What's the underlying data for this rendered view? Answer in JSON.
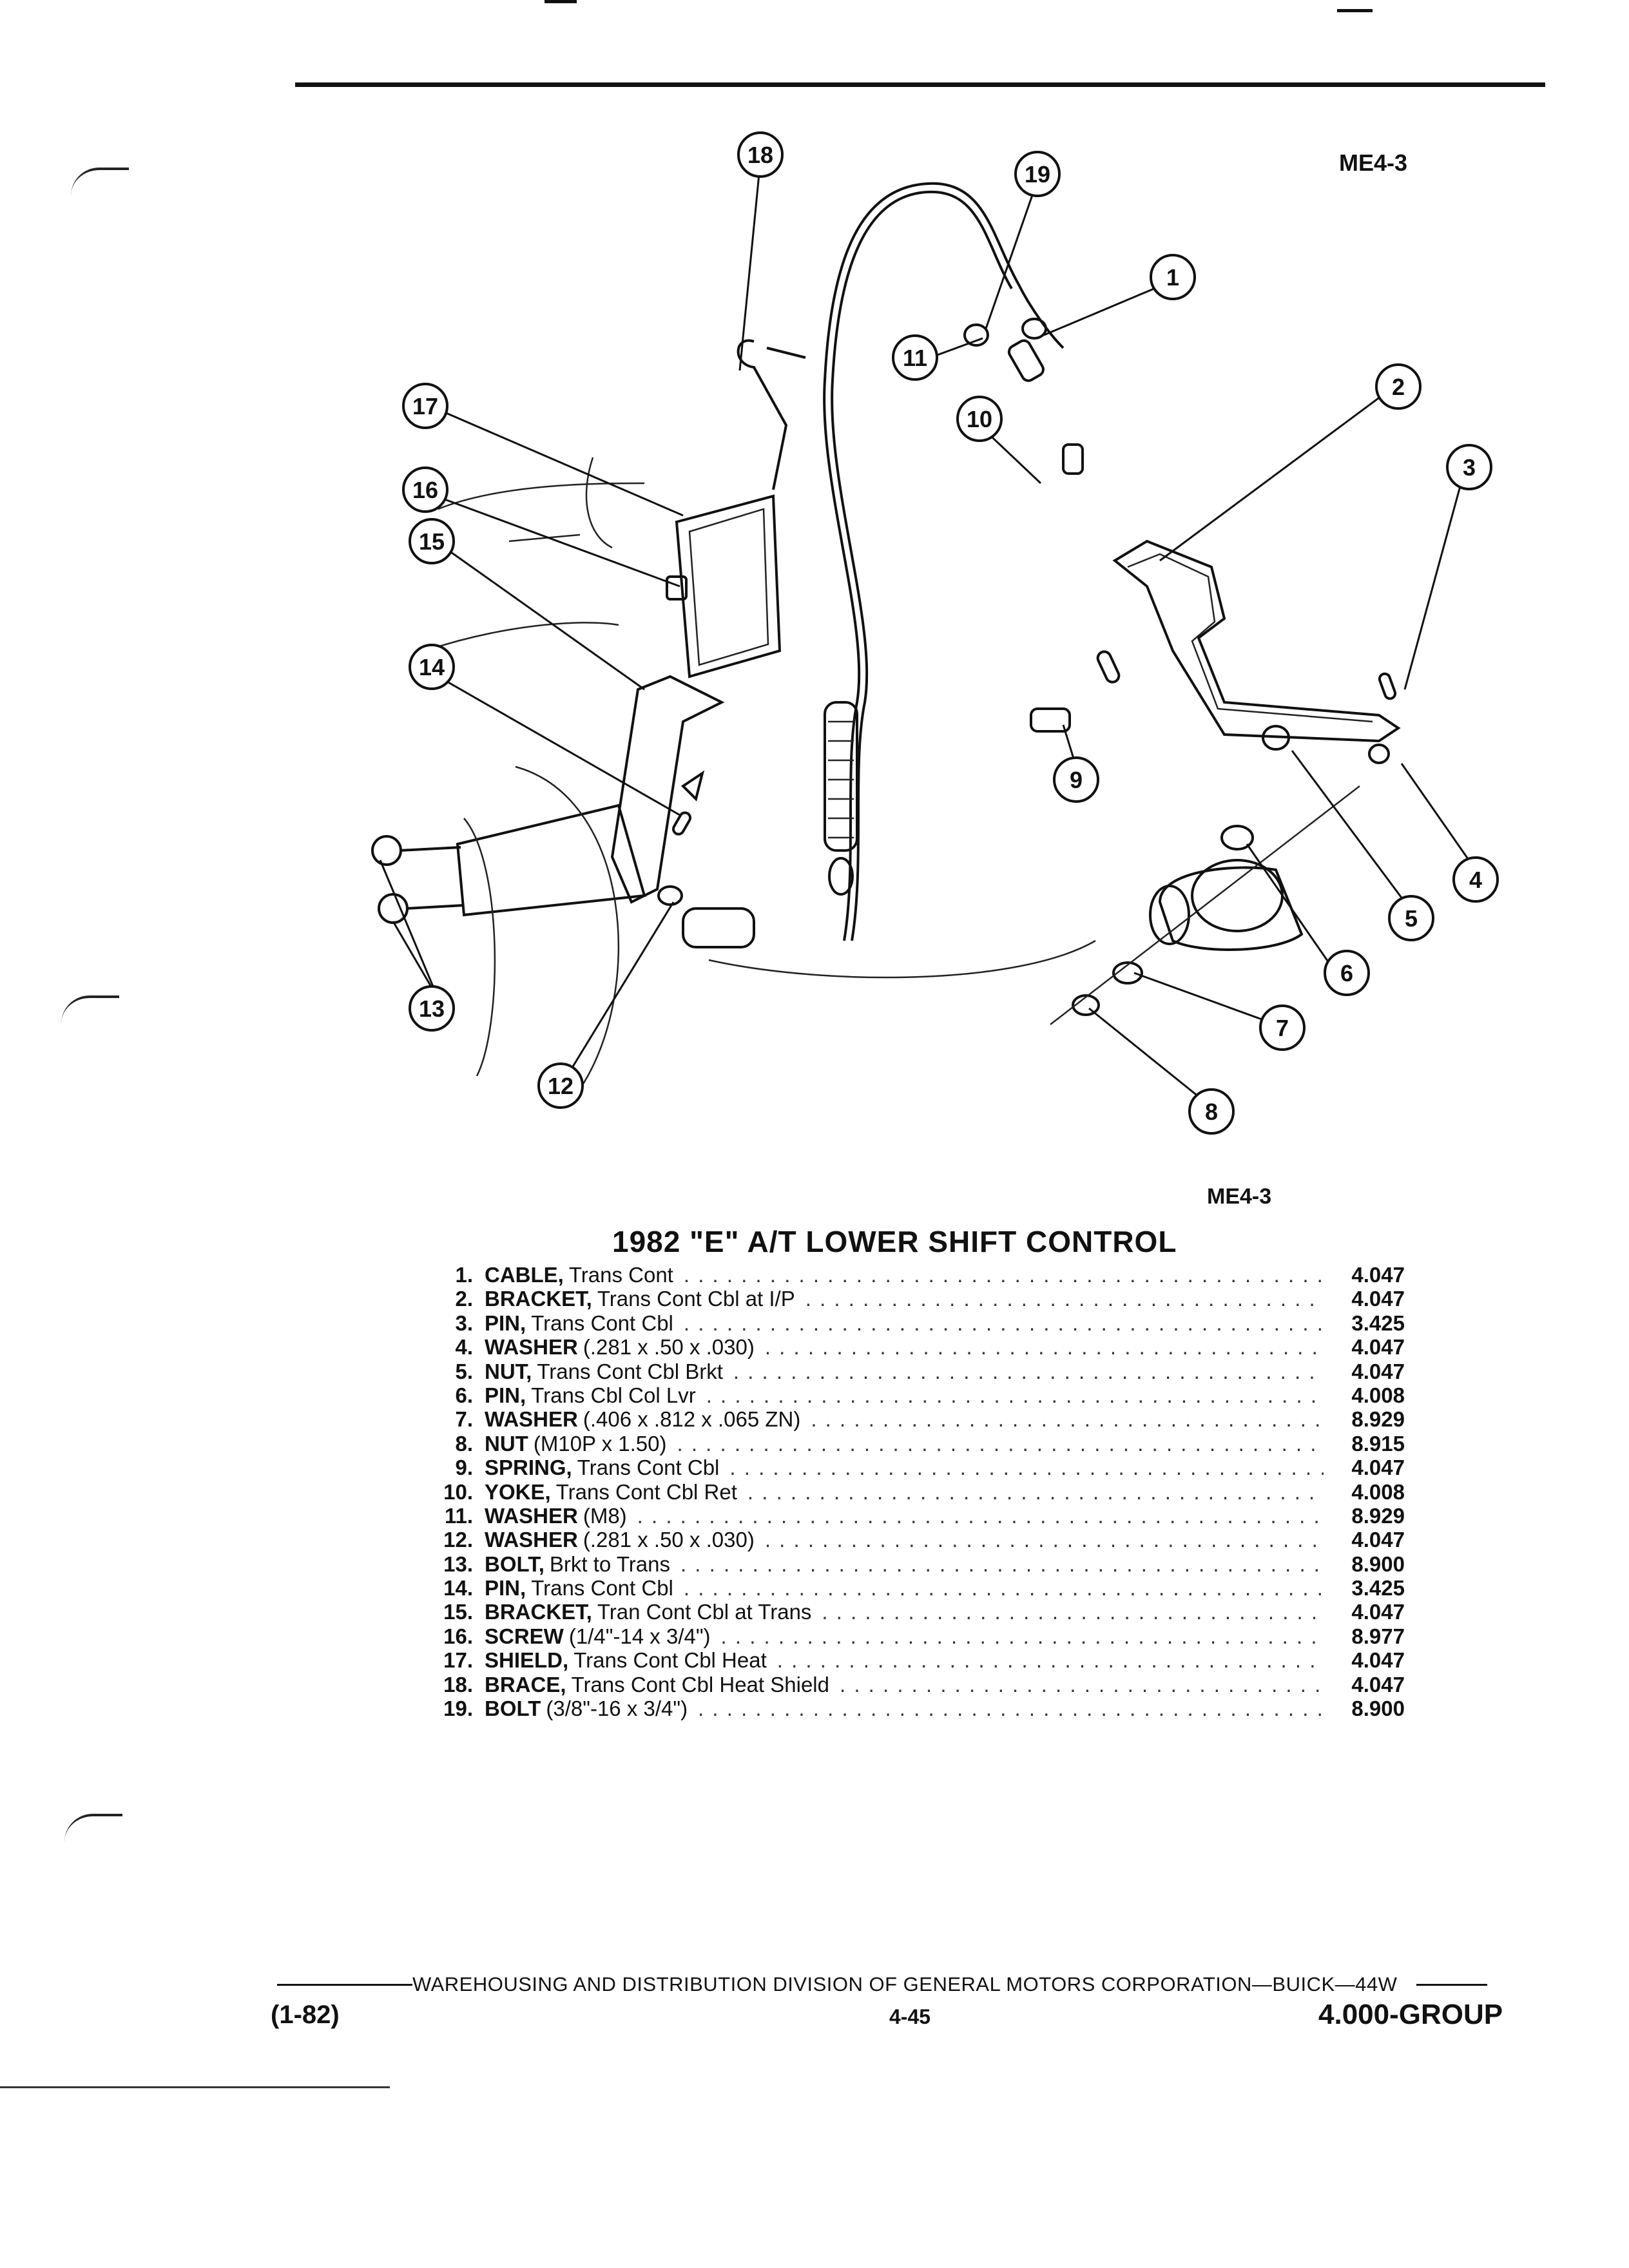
{
  "figure_code_top": "ME4-3",
  "figure_code_bottom": "ME4-3",
  "title": "1982 \"E\" A/T LOWER SHIFT CONTROL",
  "parts": [
    {
      "num": "1.",
      "name": "CABLE,",
      "desc": "Trans Cont",
      "ref": "4.047"
    },
    {
      "num": "2.",
      "name": "BRACKET,",
      "desc": "Trans Cont Cbl at I/P",
      "ref": "4.047"
    },
    {
      "num": "3.",
      "name": "PIN,",
      "desc": "Trans Cont Cbl",
      "ref": "3.425"
    },
    {
      "num": "4.",
      "name": "WASHER",
      "desc": "(.281 x .50 x .030)",
      "ref": "4.047"
    },
    {
      "num": "5.",
      "name": "NUT,",
      "desc": "Trans Cont Cbl Brkt",
      "ref": "4.047"
    },
    {
      "num": "6.",
      "name": "PIN,",
      "desc": "Trans Cbl Col Lvr",
      "ref": "4.008"
    },
    {
      "num": "7.",
      "name": "WASHER",
      "desc": "(.406 x .812 x .065 ZN)",
      "ref": "8.929"
    },
    {
      "num": "8.",
      "name": "NUT",
      "desc": "(M10P x 1.50)",
      "ref": "8.915"
    },
    {
      "num": "9.",
      "name": "SPRING,",
      "desc": "Trans Cont Cbl",
      "ref": "4.047"
    },
    {
      "num": "10.",
      "name": "YOKE,",
      "desc": "Trans Cont Cbl Ret",
      "ref": "4.008"
    },
    {
      "num": "11.",
      "name": "WASHER",
      "desc": "(M8)",
      "ref": "8.929"
    },
    {
      "num": "12.",
      "name": "WASHER",
      "desc": "(.281 x .50 x .030)",
      "ref": "4.047"
    },
    {
      "num": "13.",
      "name": "BOLT,",
      "desc": "Brkt to Trans",
      "ref": "8.900"
    },
    {
      "num": "14.",
      "name": "PIN,",
      "desc": "Trans Cont Cbl",
      "ref": "3.425"
    },
    {
      "num": "15.",
      "name": "BRACKET,",
      "desc": "Tran Cont Cbl at Trans",
      "ref": "4.047"
    },
    {
      "num": "16.",
      "name": "SCREW",
      "desc": "(1/4\"-14 x 3/4\")",
      "ref": "8.977"
    },
    {
      "num": "17.",
      "name": "SHIELD,",
      "desc": "Trans Cont Cbl Heat",
      "ref": "4.047"
    },
    {
      "num": "18.",
      "name": "BRACE,",
      "desc": "Trans Cont Cbl Heat Shield",
      "ref": "4.047"
    },
    {
      "num": "19.",
      "name": "BOLT",
      "desc": "(3/8\"-16 x 3/4\")",
      "ref": "8.900"
    }
  ],
  "callouts": [
    "1",
    "2",
    "3",
    "4",
    "5",
    "6",
    "7",
    "8",
    "9",
    "10",
    "11",
    "12",
    "13",
    "14",
    "15",
    "16",
    "17",
    "18",
    "19"
  ],
  "footer": {
    "division": "WAREHOUSING AND DISTRIBUTION  DIVISION OF GENERAL MOTORS CORPORATION—BUICK—44W",
    "date": "(1-82)",
    "page": "4-45",
    "group": "4.000-GROUP"
  }
}
